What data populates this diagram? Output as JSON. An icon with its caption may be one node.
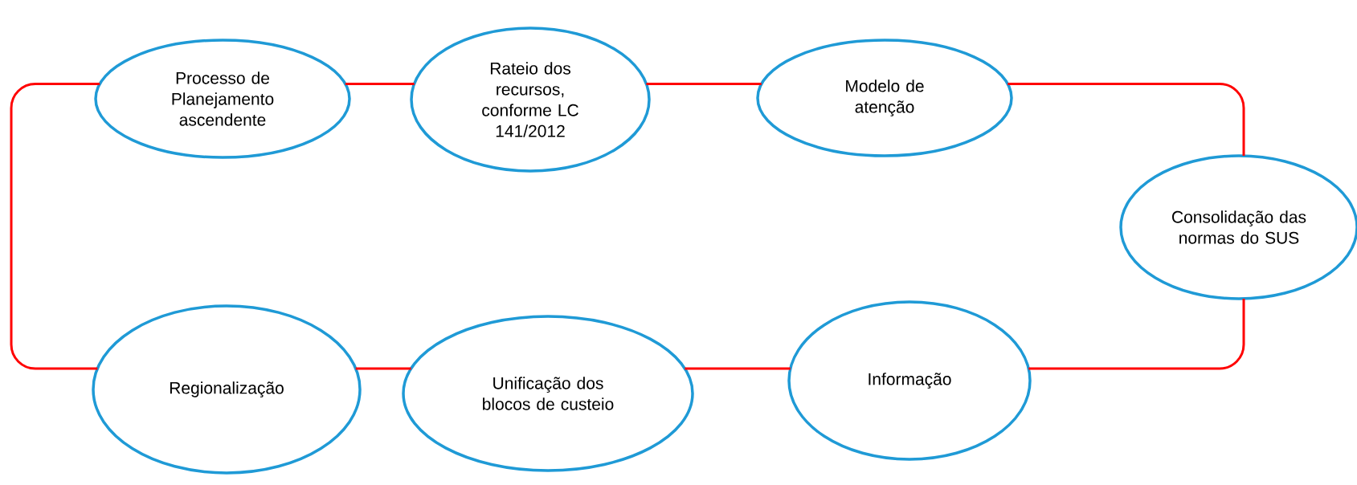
{
  "diagram": {
    "nodes": [
      {
        "text": [
          "Processo de Planejamento ascendente"
        ]
      },
      {
        "text": [
          "Rateio dos recursos, conforme LC 141/2012"
        ]
      },
      {
        "text": [
          "Modelo de atenção"
        ]
      },
      {
        "text": [
          "Consolidação das normas do SUS"
        ]
      },
      {
        "text": [
          "Informação"
        ]
      },
      {
        "text": [
          "Unificação dos blocos de custeio"
        ]
      },
      {
        "text": [
          "Regionalização"
        ]
      }
    ],
    "edges": [
      {
        "from": 0,
        "to": 1,
        "arrow": "none"
      },
      {
        "from": 1,
        "to": 2,
        "arrow": "none"
      },
      {
        "from": 2,
        "to": 3,
        "arrow": "none"
      },
      {
        "from": 3,
        "to": 4,
        "arrow": "none"
      },
      {
        "from": 4,
        "to": 5,
        "arrow": "none"
      },
      {
        "from": 5,
        "to": 6,
        "arrow": "none"
      },
      {
        "from": 6,
        "to": 0,
        "arrow": "none"
      }
    ]
  }
}
